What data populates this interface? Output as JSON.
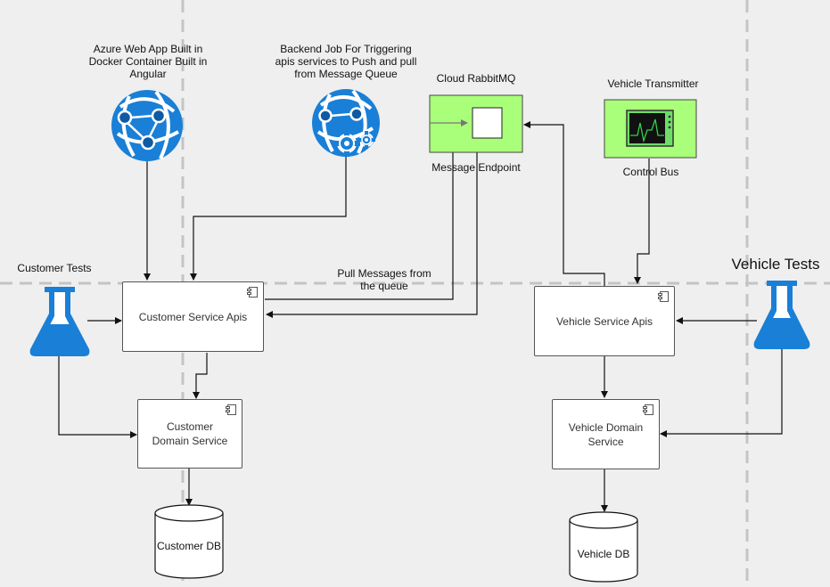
{
  "labels": {
    "azure_web_app": "Azure Web App Built in\nDocker Container Built in\nAngular",
    "backend_job": "Backend Job For Triggering\napis services to Push and pull\nfrom Message Queue",
    "cloud_rabbitmq": "Cloud RabbitMQ",
    "message_endpoint": "Message Endpoint",
    "vehicle_transmitter": "Vehicle Transmitter",
    "control_bus": "Control Bus",
    "customer_tests": "Customer Tests",
    "vehicle_tests": "Vehicle Tests",
    "pull_messages": "Pull Messages from\nthe queue"
  },
  "components": {
    "customer_service_apis": "Customer Service Apis",
    "customer_domain_service": "Customer\nDomain Service",
    "vehicle_service_apis": "Vehicle Service Apis",
    "vehicle_domain_service": "Vehicle Domain\nService"
  },
  "databases": {
    "customer_db": "Customer DB",
    "vehicle_db": "Vehicle DB"
  },
  "colors": {
    "azure_blue": "#1a7fd6",
    "queue_green": "#aaff7a",
    "monitor_green": "#6fdc6a"
  },
  "icons": {
    "web_app": "azure-globe-icon",
    "web_job": "azure-globe-gears-icon",
    "test_flask": "flask-icon",
    "monitor": "monitor-icon",
    "component": "uml-component-icon"
  }
}
